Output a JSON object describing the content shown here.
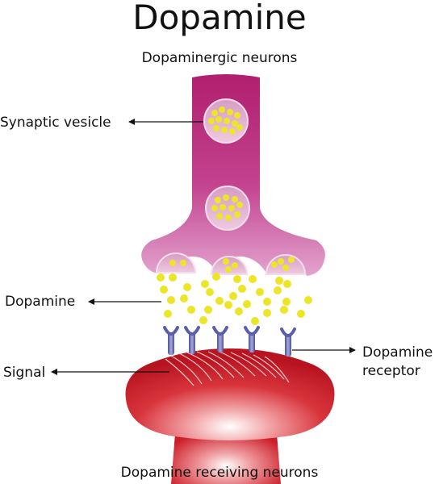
{
  "title": "Dopamine",
  "labels": {
    "top": "Dopaminergic neurons",
    "bottom": "Dopamine receiving neurons",
    "synaptic_vesicle": "Synaptic vesicle",
    "dopamine": "Dopamine",
    "signal": "Signal",
    "receptor_line1": "Dopamine",
    "receptor_line2": "receptor"
  },
  "colors": {
    "neuron_pink": "#b02a7b",
    "receiving_red": "#d01f29",
    "dopamine_yellow": "#ede527",
    "receptor_blue": "#5b5fa8"
  }
}
